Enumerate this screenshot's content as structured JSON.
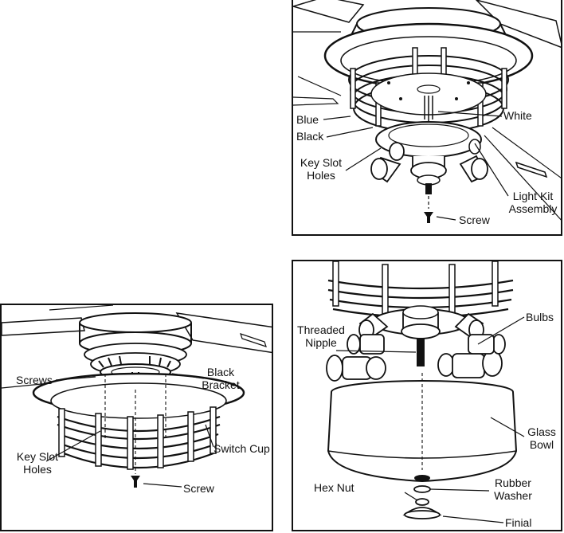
{
  "panel_a": {
    "blue": "Blue",
    "black": "Black",
    "white": "White",
    "key_slot_1": "Key Slot",
    "key_slot_2": "Holes",
    "light_kit_1": "Light Kit",
    "light_kit_2": "Assembly",
    "screw": "Screw"
  },
  "panel_b": {
    "screws": "Screws",
    "black_bracket_1": "Black",
    "black_bracket_2": "Bracket",
    "switch_cup": "Switch Cup",
    "key_slot_1": "Key Slot",
    "key_slot_2": "Holes",
    "screw": "Screw"
  },
  "panel_c": {
    "threaded_1": "Threaded",
    "threaded_2": "Nipple",
    "bulbs": "Bulbs",
    "glass_1": "Glass",
    "glass_2": "Bowl",
    "hex_nut": "Hex Nut",
    "rubber_1": "Rubber",
    "rubber_2": "Washer",
    "finial": "Finial"
  }
}
